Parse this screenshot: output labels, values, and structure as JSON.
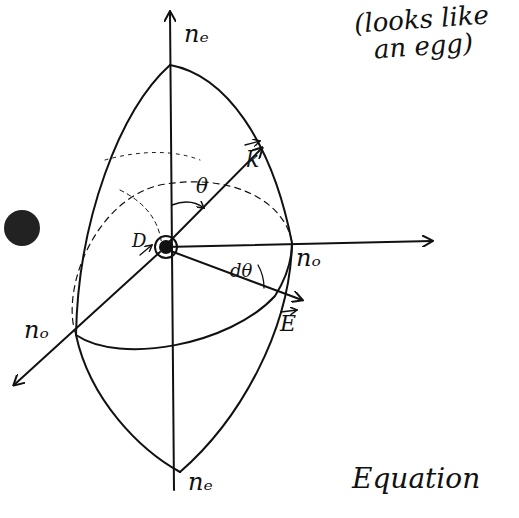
{
  "diagram": {
    "labels": [
      "nₑ",
      "(looks like an egg)",
      "k",
      "θ",
      "D",
      "nₒ",
      "dθ",
      "E",
      "nₒ",
      "nₑ",
      "Equation"
    ]
  }
}
